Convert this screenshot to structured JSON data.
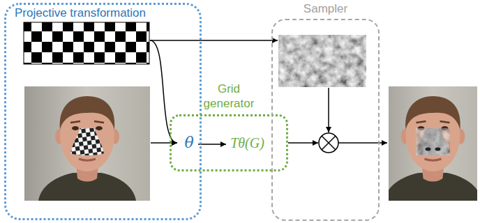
{
  "diagram": {
    "nodes": [
      {
        "text": [
          "Projective transformation"
        ]
      },
      {
        "text": [
          "Grid generator"
        ]
      },
      {
        "text": [
          "θ"
        ],
        "in": 1
      },
      {
        "text": [
          "Tθ(G)"
        ],
        "in": 1
      },
      {
        "text": [
          "Sampler"
        ]
      }
    ],
    "edges": [
      {
        "from": 2,
        "to": 3,
        "arrow": "to"
      }
    ]
  }
}
